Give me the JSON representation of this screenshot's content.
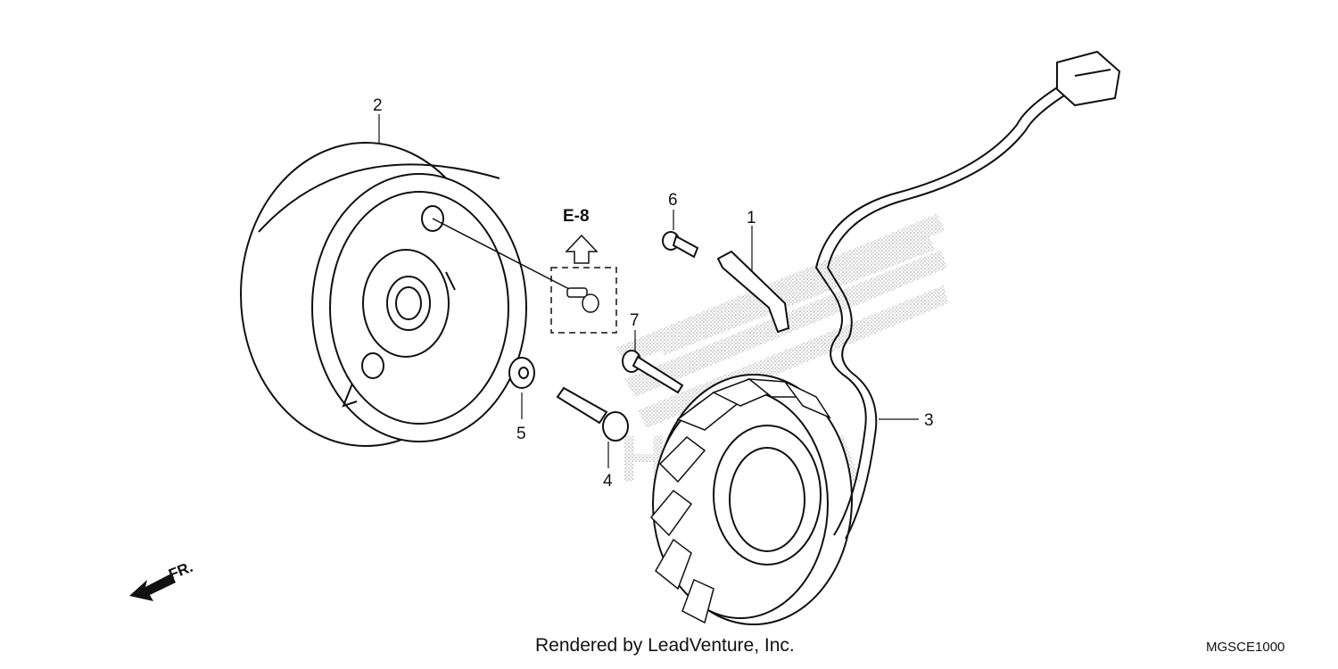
{
  "diagram": {
    "callouts": [
      {
        "id": "1",
        "label": "1"
      },
      {
        "id": "2",
        "label": "2"
      },
      {
        "id": "3",
        "label": "3"
      },
      {
        "id": "4",
        "label": "4"
      },
      {
        "id": "5",
        "label": "5"
      },
      {
        "id": "6",
        "label": "6"
      },
      {
        "id": "7",
        "label": "7"
      }
    ],
    "reference": "E-8",
    "direction": "FR.",
    "credit": "Rendered by LeadVenture, Inc.",
    "code": "MGSCE1000",
    "watermark_text": "HONDA"
  }
}
